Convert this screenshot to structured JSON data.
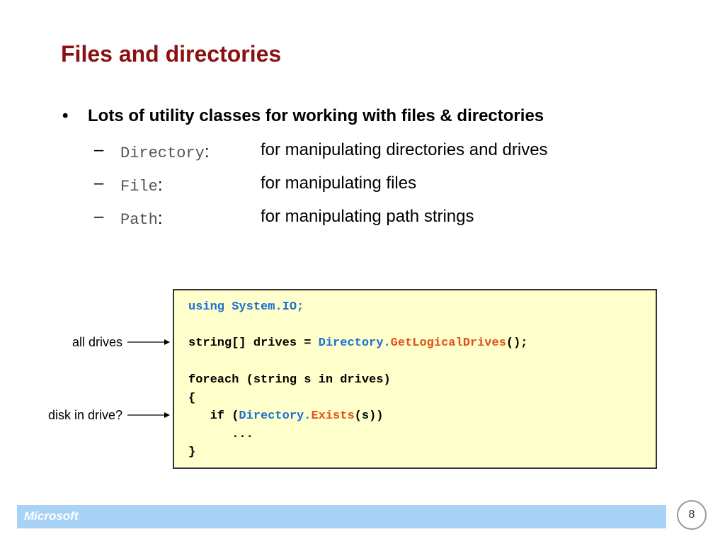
{
  "slide": {
    "title": "Files and directories",
    "bullet": {
      "marker": "•",
      "text": "Lots of utility classes for working with files & directories"
    },
    "sub_items": [
      {
        "dash": "–",
        "code": "Directory",
        "colon": ":",
        "desc": "for manipulating directories and drives"
      },
      {
        "dash": "–",
        "code": "File",
        "colon": ":",
        "desc": "for manipulating files"
      },
      {
        "dash": "–",
        "code": "Path",
        "colon": ":",
        "desc": "for manipulating path strings"
      }
    ],
    "code": {
      "line1": "using System.IO;",
      "line2_a": "string[] drives = ",
      "line2_b": "Directory.",
      "line2_c": "GetLogicalDrives",
      "line2_d": "();",
      "line3": "foreach (string s in drives)",
      "line4": "{",
      "line5_a": "   if (",
      "line5_b": "Directory.",
      "line5_c": "Exists",
      "line5_d": "(s))",
      "line6": "      ...",
      "line7": "}"
    },
    "annotations": {
      "all_drives": "all drives",
      "disk_in_drive": "disk in drive?"
    },
    "footer": {
      "brand": "Microsoft",
      "page_number": "8"
    },
    "colors": {
      "title": "#8b1010",
      "keyword": "#1a6fd4",
      "method": "#e0501a",
      "code_bg": "#ffffcc",
      "footer_bar": "#a9d2f7"
    }
  }
}
